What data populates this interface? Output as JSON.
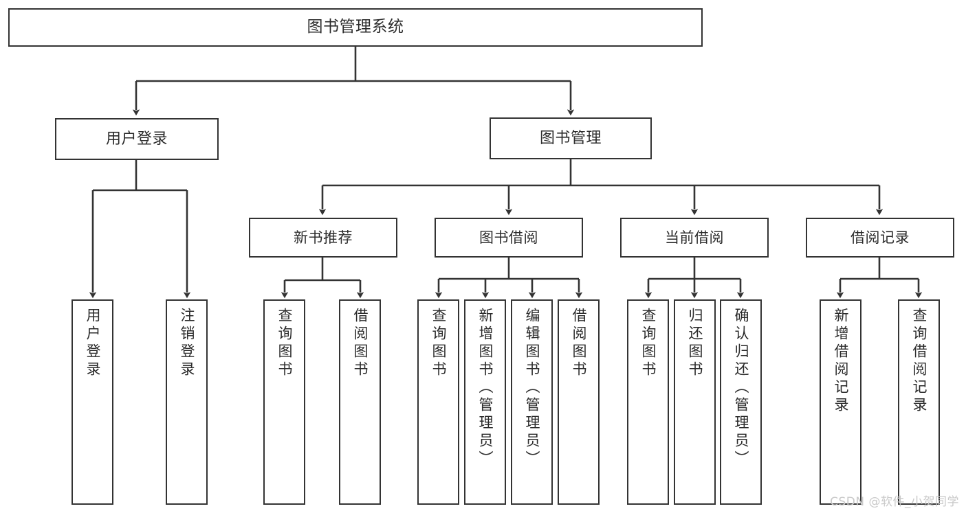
{
  "diagram": {
    "title": "图书管理系统",
    "watermark": "CSDN @软件_小贺同学",
    "accent_color": "#333333",
    "background_color": "#ffffff",
    "text_color": "#2b2b2b"
  },
  "nodes": {
    "root": {
      "label": "图书管理系统"
    },
    "level2": [
      {
        "label": "用户登录"
      },
      {
        "label": "图书管理"
      }
    ],
    "level3": [
      {
        "label": "新书推荐"
      },
      {
        "label": "图书借阅"
      },
      {
        "label": "当前借阅"
      },
      {
        "label": "借阅记录"
      }
    ],
    "leaves": {
      "user_login": [
        {
          "label": "用户登录"
        },
        {
          "label": "注销登录"
        }
      ],
      "new_book_recommend": [
        {
          "label": "查询图书"
        },
        {
          "label": "借阅图书"
        }
      ],
      "book_borrow": [
        {
          "label": "查询图书"
        },
        {
          "label": "新增图书（管理员）"
        },
        {
          "label": "编辑图书（管理员）"
        },
        {
          "label": "借阅图书"
        }
      ],
      "current_borrow": [
        {
          "label": "查询图书"
        },
        {
          "label": "归还图书"
        },
        {
          "label": "确认归还（管理员）"
        }
      ],
      "borrow_record": [
        {
          "label": "新增借阅记录"
        },
        {
          "label": "查询借阅记录"
        }
      ]
    }
  }
}
